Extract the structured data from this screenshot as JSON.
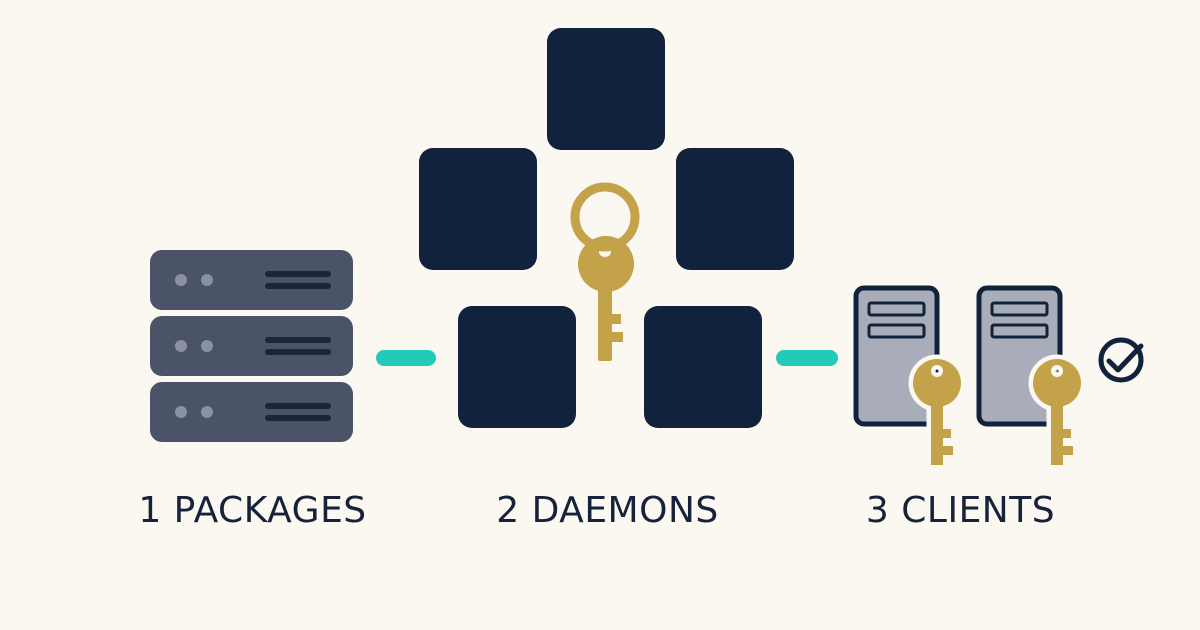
{
  "steps": [
    {
      "label": "1 PACKAGES",
      "icon": "server-rack-icon"
    },
    {
      "label": "2 DAEMONS",
      "icon": "daemon-cluster-icon"
    },
    {
      "label": "3 CLIENTS",
      "icon": "client-machines-icon"
    }
  ],
  "colors": {
    "background": "#faf8f0",
    "navy": "#11223d",
    "slate": "#4a5367",
    "gold": "#c4a24a",
    "teal": "#22cbb8",
    "client_body": "#a8adb9",
    "text": "#16223a"
  }
}
